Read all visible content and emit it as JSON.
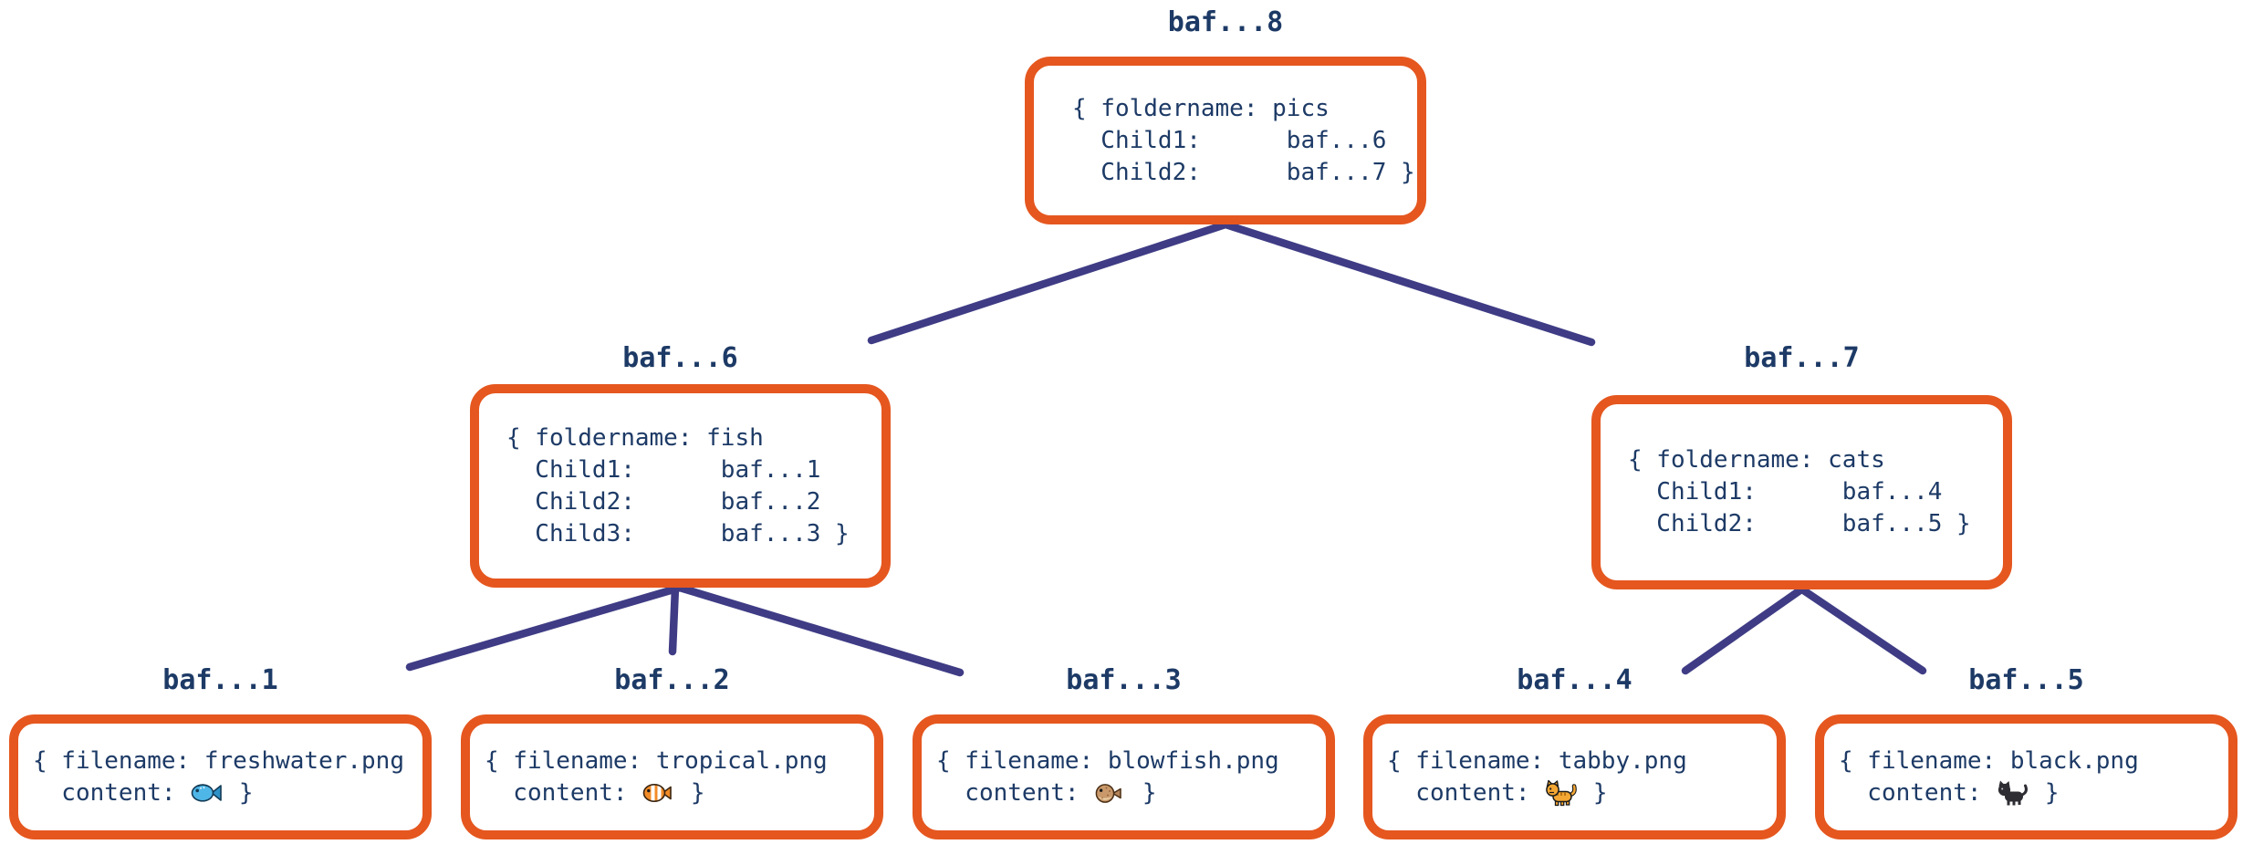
{
  "diagram": {
    "type": "merkle-dag-folder-tree",
    "colors": {
      "box_border": "#e5571f",
      "text": "#1d3a66",
      "edge_line": "#3f3c85",
      "background": "#ffffff"
    },
    "nodes": {
      "baf8": {
        "label": "baf...8",
        "lines": [
          "{ foldername: pics",
          "  Child1:      baf...6",
          "  Child2:      baf...7 }"
        ]
      },
      "baf6": {
        "label": "baf...6",
        "lines": [
          "{ foldername: fish",
          "  Child1:      baf...1",
          "  Child2:      baf...2",
          "  Child3:      baf...3 }"
        ]
      },
      "baf7": {
        "label": "baf...7",
        "lines": [
          "{ foldername: cats",
          "  Child1:      baf...4",
          "  Child2:      baf...5 }"
        ]
      },
      "baf1": {
        "label": "baf...1",
        "line1": "{ filename: freshwater.png",
        "line2_prefix": "  content: ",
        "line2_suffix": " }",
        "icon": "blue-fish-emoji"
      },
      "baf2": {
        "label": "baf...2",
        "line1": "{ filename: tropical.png",
        "line2_prefix": "  content: ",
        "line2_suffix": " }",
        "icon": "tropical-fish-emoji"
      },
      "baf3": {
        "label": "baf...3",
        "line1": "{ filename: blowfish.png",
        "line2_prefix": "  content: ",
        "line2_suffix": " }",
        "icon": "blowfish-emoji"
      },
      "baf4": {
        "label": "baf...4",
        "line1": "{ filename: tabby.png",
        "line2_prefix": "  content: ",
        "line2_suffix": " }",
        "icon": "tabby-cat-emoji"
      },
      "baf5": {
        "label": "baf...5",
        "line1": "{ filename: black.png",
        "line2_prefix": "  content: ",
        "line2_suffix": " }",
        "icon": "black-cat-emoji"
      }
    },
    "edges": [
      {
        "from": "baf...8",
        "to": "baf...6"
      },
      {
        "from": "baf...8",
        "to": "baf...7"
      },
      {
        "from": "baf...6",
        "to": "baf...1"
      },
      {
        "from": "baf...6",
        "to": "baf...2"
      },
      {
        "from": "baf...6",
        "to": "baf...3"
      },
      {
        "from": "baf...7",
        "to": "baf...4"
      },
      {
        "from": "baf...7",
        "to": "baf...5"
      }
    ]
  }
}
